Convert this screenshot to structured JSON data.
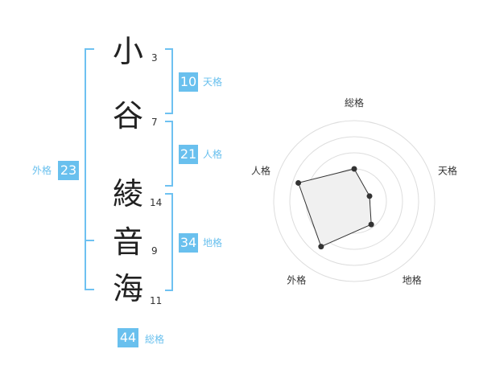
{
  "name": {
    "characters": [
      {
        "char": "小",
        "strokes": "3"
      },
      {
        "char": "谷",
        "strokes": "7"
      },
      {
        "char": "綾",
        "strokes": "14"
      },
      {
        "char": "音",
        "strokes": "9"
      },
      {
        "char": "海",
        "strokes": "11"
      }
    ]
  },
  "fortune": {
    "ten": {
      "label": "天格",
      "value": "10"
    },
    "jin": {
      "label": "人格",
      "value": "21"
    },
    "chi": {
      "label": "地格",
      "value": "34"
    },
    "gai": {
      "label": "外格",
      "value": "23"
    },
    "sou": {
      "label": "総格",
      "value": "44"
    }
  },
  "chart_data": {
    "type": "radar",
    "axes": [
      "総格",
      "天格",
      "地格",
      "外格",
      "人格"
    ],
    "values": [
      0.4,
      0.2,
      0.36,
      0.7,
      0.73
    ],
    "rings": 5
  },
  "colors": {
    "accent": "#69c0ee",
    "bracket": "#6ec1f1"
  }
}
